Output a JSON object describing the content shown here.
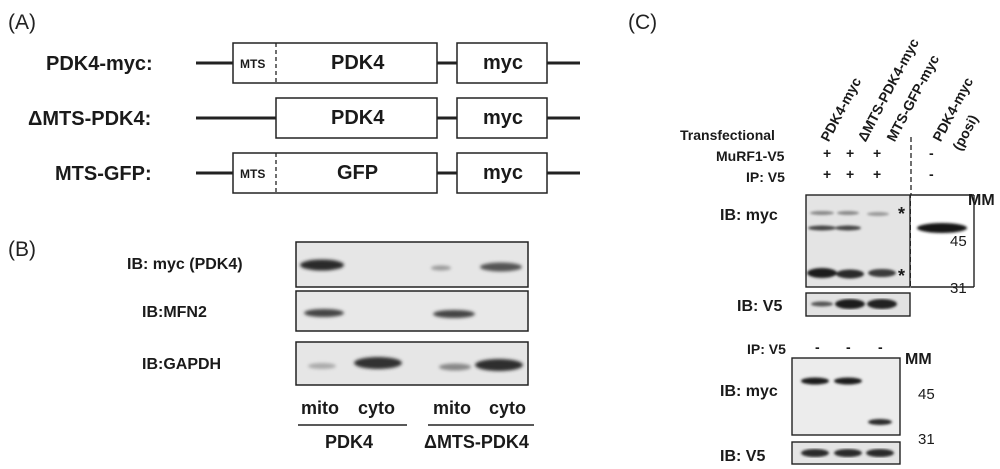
{
  "panels": {
    "a": "(A)",
    "b": "(B)",
    "c": "(C)"
  },
  "constructs": [
    {
      "name": "PDK4-myc:",
      "mts": "MTS",
      "box": "PDK4",
      "tag": "myc"
    },
    {
      "name": "ΔMTS-PDK4:",
      "box": "PDK4",
      "tag": "myc"
    },
    {
      "name": "MTS-GFP:",
      "mts": "MTS",
      "box": "GFP",
      "tag": "myc"
    }
  ],
  "panel_b": {
    "blots": [
      "IB: myc (PDK4)",
      "IB:MFN2",
      "IB:GAPDH"
    ],
    "lanes": [
      "mito",
      "cyto",
      "mito",
      "cyto"
    ],
    "groups": [
      "PDK4",
      "ΔMTS-PDK4"
    ]
  },
  "panel_c": {
    "lanes": [
      "PDK4-myc",
      "ΔMTS-PDK4-myc",
      "MTS-GFP-myc",
      "PDK4-myc",
      "(posi)"
    ],
    "transfection": "Transfectional",
    "row_murf": "MuRF1-V5",
    "row_ip": "IP: V5",
    "plus": "+",
    "minus": "-",
    "top_blots": [
      "IB: myc",
      "IB: V5"
    ],
    "bottom_ip": "IP: V5",
    "bottom_blots": [
      "IB: myc",
      "IB: V5"
    ],
    "mm": "MM",
    "markers": [
      "45",
      "31"
    ],
    "asterisk": "*"
  }
}
